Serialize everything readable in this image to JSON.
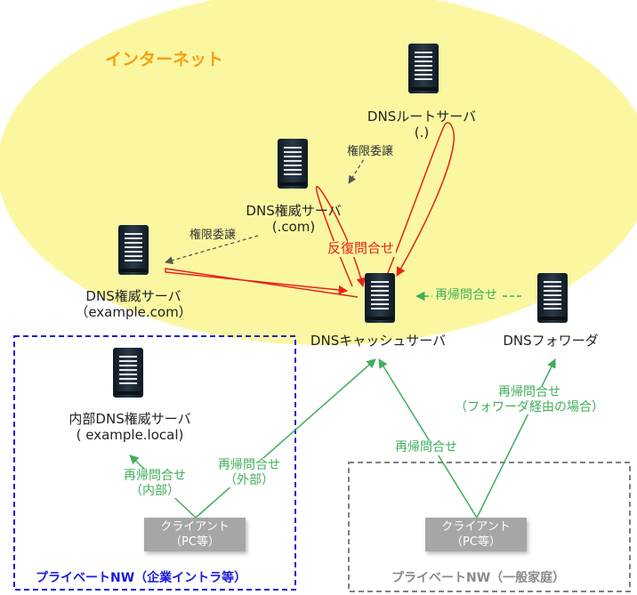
{
  "internet_label": "インターネット",
  "servers": {
    "root": {
      "name": "DNSルートサーバ",
      "sub": "(.)"
    },
    "com": {
      "name": "DNS権威サーバ",
      "sub": "(.com)"
    },
    "example": {
      "name": "DNS権威サーバ",
      "sub": "（example.com）"
    },
    "cache": {
      "name": "DNSキャッシュサーバ"
    },
    "forwarder": {
      "name": "DNSフォワーダ"
    },
    "internal": {
      "name": "内部DNS権威サーバ",
      "sub": "( example.local)"
    }
  },
  "labels": {
    "delegation_1": "権限委譲",
    "delegation_2": "権限委譲",
    "iterative": "反復問合せ",
    "recursive_forwarder": "再帰問合せ",
    "recursive_home": "再帰問合せ",
    "recursive_forward_route": "再帰問合せ",
    "forward_route_note": "（フォワーダ経由の場合）",
    "recursive_internal": "再帰問合せ",
    "internal_note": "（内部）",
    "recursive_external": "再帰問合せ",
    "external_note": "（外部）"
  },
  "clients": {
    "corporate": {
      "line1": "クライアント",
      "line2": "（PC等）"
    },
    "home": {
      "line1": "クライアント",
      "line2": "（PC等）"
    }
  },
  "networks": {
    "corporate": {
      "label": "プライベートNW（企業イントラ等）",
      "color": "#1a1adb"
    },
    "home": {
      "label": "プライベートNW（一般家庭）",
      "color": "#808080"
    }
  },
  "colors": {
    "internet_fill": "#fbf7a1",
    "iterative_arrow": "#e8211b",
    "recursive_arrow": "#3fae5b",
    "delegation_arrow": "#555555"
  }
}
